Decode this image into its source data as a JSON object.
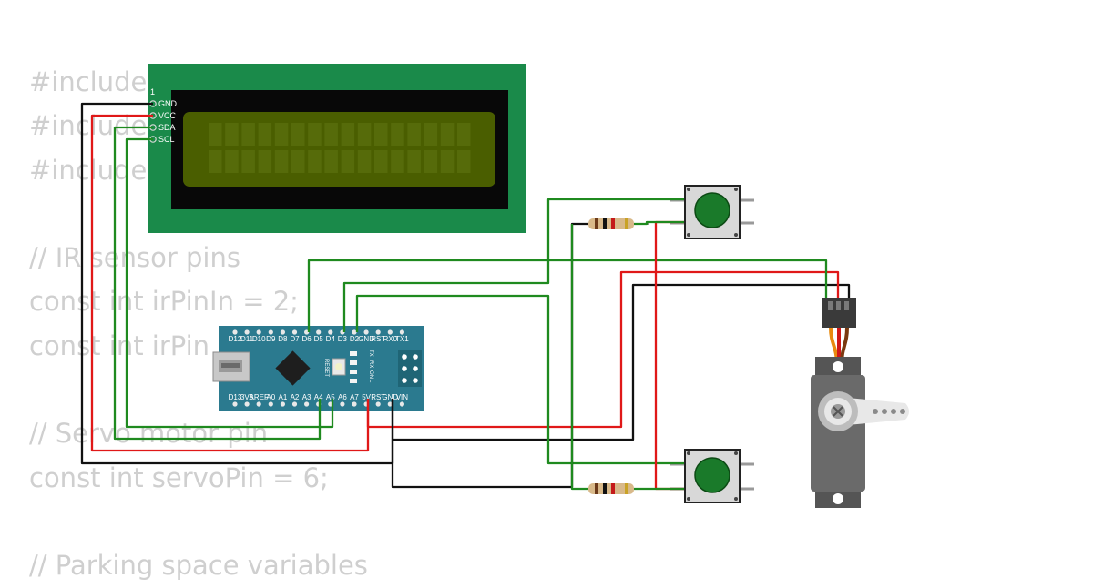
{
  "code": {
    "lines": [
      "#include",
      "#include",
      "#include",
      "",
      "// IR sensor pins",
      "const int irPinIn = 2;",
      "const int irPin",
      "",
      "// Servo motor pin",
      "const int servoPin = 6;",
      "",
      "// Parking space variables"
    ]
  },
  "lcd": {
    "pin_number": "1",
    "pins": [
      "GND",
      "VCC",
      "SDA",
      "SCL"
    ],
    "screen_color": "#4a5e00",
    "board_color": "#1a8a4a"
  },
  "arduino": {
    "top_pins": [
      "D12",
      "D11",
      "D10",
      "D9",
      "D8",
      "D7",
      "D6",
      "D5",
      "D4",
      "D3",
      "D2",
      "GND",
      "RST",
      "RX0",
      "TX1"
    ],
    "bottom_pins": [
      "D13",
      "3V3",
      "AREF",
      "A0",
      "A1",
      "A2",
      "A3",
      "A4",
      "A5",
      "A6",
      "A7",
      "5V",
      "RST",
      "GND",
      "VIN"
    ],
    "reset_label": "RESET",
    "led_labels": [
      "TX",
      "RX",
      "ON",
      "L"
    ],
    "board_color": "#2b7a8f"
  },
  "wire_colors": {
    "gnd": "#111111",
    "vcc": "#e01818",
    "signal": "#1f8a1f"
  }
}
